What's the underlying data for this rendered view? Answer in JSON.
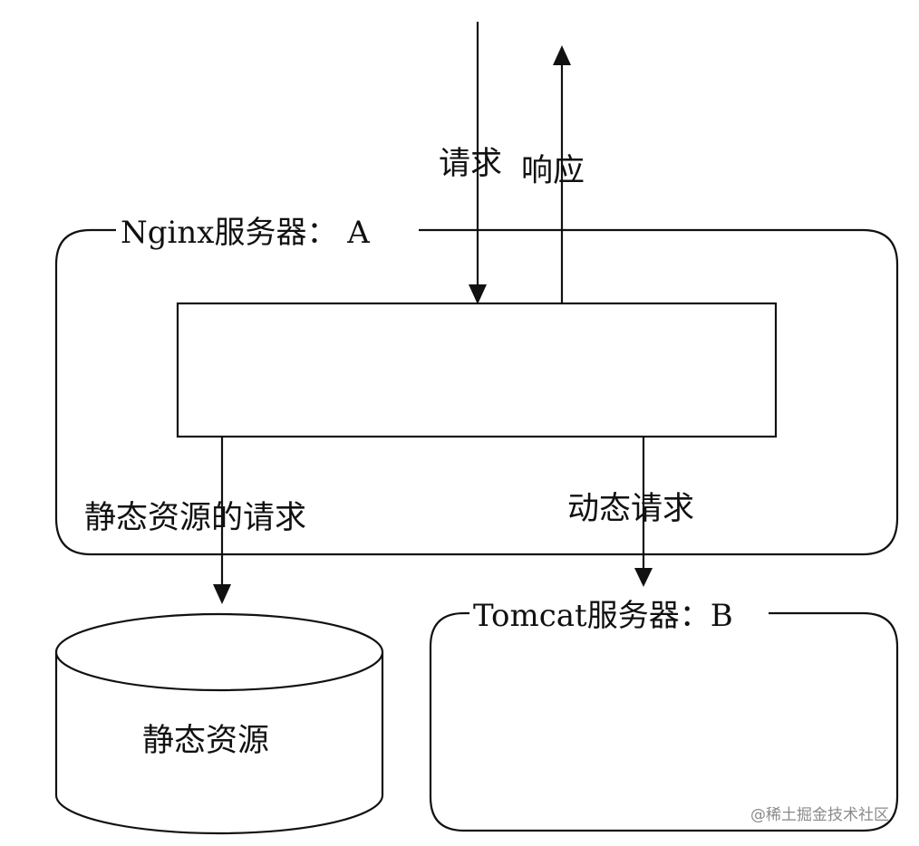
{
  "labels": {
    "request": "请求",
    "response": "响应",
    "nginx_server": "Nginx服务器： A",
    "static_request": "静态资源的请求",
    "dynamic_request": "动态请求",
    "tomcat_server": "Tomcat服务器：B",
    "static_resources": "静态资源"
  },
  "watermark": "@稀土掘金技术社区",
  "colors": {
    "stroke": "#111111",
    "background": "#ffffff"
  }
}
